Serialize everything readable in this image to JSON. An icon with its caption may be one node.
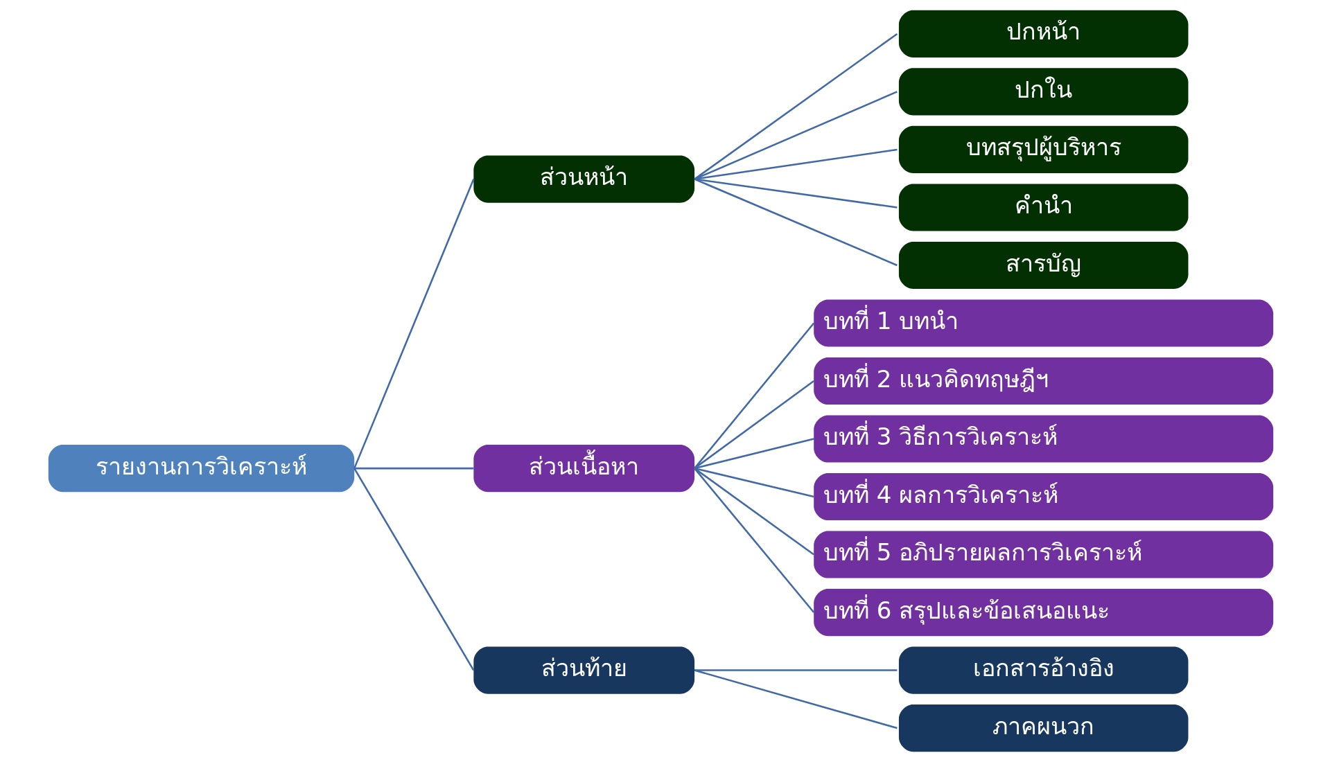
{
  "diagram": {
    "nodes": [
      {
        "text": [
          "รายงานการวิเคราะห์"
        ]
      },
      {
        "text": [
          "ส่วนหน้า"
        ]
      },
      {
        "text": [
          "ปกหน้า"
        ]
      },
      {
        "text": [
          "ปกใน"
        ]
      },
      {
        "text": [
          "บทสรุปผู้บริหาร"
        ]
      },
      {
        "text": [
          "คำนำ"
        ]
      },
      {
        "text": [
          "สารบัญ"
        ]
      },
      {
        "text": [
          "ส่วนเนื้อหา"
        ]
      },
      {
        "text": [
          "บทที่ 1 บทนำ"
        ]
      },
      {
        "text": [
          "บทที่ 2 แนวคิดทฤษฎีฯ"
        ]
      },
      {
        "text": [
          "บทที่ 3 วิธีการวิเคราะห์"
        ]
      },
      {
        "text": [
          "บทที่ 4 ผลการวิเคราะห์"
        ]
      },
      {
        "text": [
          "บทที่ 5 อภิปรายผลการวิเคราะห์"
        ]
      },
      {
        "text": [
          "บทที่ 6 สรุปและข้อเสนอแนะ"
        ]
      },
      {
        "text": [
          "ส่วนท้าย"
        ]
      },
      {
        "text": [
          "เอกสารอ้างอิง"
        ]
      },
      {
        "text": [
          "ภาคผนวก"
        ]
      }
    ],
    "edges": [
      {
        "from": 0,
        "to": 1,
        "arrow": "none"
      },
      {
        "from": 0,
        "to": 7,
        "arrow": "none"
      },
      {
        "from": 0,
        "to": 14,
        "arrow": "none"
      },
      {
        "from": 1,
        "to": 2,
        "arrow": "none"
      },
      {
        "from": 1,
        "to": 3,
        "arrow": "none"
      },
      {
        "from": 1,
        "to": 4,
        "arrow": "none"
      },
      {
        "from": 1,
        "to": 5,
        "arrow": "none"
      },
      {
        "from": 1,
        "to": 6,
        "arrow": "none"
      },
      {
        "from": 7,
        "to": 8,
        "arrow": "none"
      },
      {
        "from": 7,
        "to": 9,
        "arrow": "none"
      },
      {
        "from": 7,
        "to": 10,
        "arrow": "none"
      },
      {
        "from": 7,
        "to": 11,
        "arrow": "none"
      },
      {
        "from": 7,
        "to": 12,
        "arrow": "none"
      },
      {
        "from": 7,
        "to": 13,
        "arrow": "none"
      },
      {
        "from": 14,
        "to": 15,
        "arrow": "none"
      },
      {
        "from": 14,
        "to": 16,
        "arrow": "none"
      }
    ]
  }
}
